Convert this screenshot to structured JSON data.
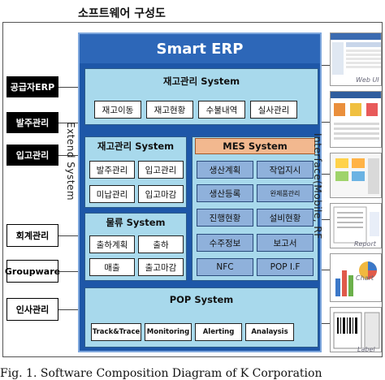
{
  "page_title": "소프트웨어 구성도",
  "caption": "Fig. 1. Software Composition Diagram of K Corporation",
  "left_items": [
    {
      "label": "공급자ERP",
      "style": "black"
    },
    {
      "label": "발주관리",
      "style": "black"
    },
    {
      "label": "입고관리",
      "style": "black"
    },
    {
      "label": "회계관리",
      "style": "white"
    },
    {
      "label": "Groupware",
      "style": "white"
    },
    {
      "label": "인사관리",
      "style": "white"
    }
  ],
  "extend_label": "Extend System",
  "interface_label": "Interface(Mobile, RF",
  "erp_title": "Smart ERP",
  "inventory_top": {
    "title": "재고관리 System",
    "items": [
      "재고이동",
      "재고현황",
      "수불내역",
      "실사관리"
    ]
  },
  "inventory_left": {
    "title": "재고관리 System",
    "items": [
      "발주관리",
      "입고관리",
      "미납관리",
      "입고마감"
    ]
  },
  "logistics": {
    "title": "물류 System",
    "items": [
      "출하계획",
      "출하",
      "매출",
      "출고마감"
    ]
  },
  "mes": {
    "title": "MES System",
    "items": [
      "생산계획",
      "작업지시",
      "생산등록",
      "완제품관리",
      "진행현황",
      "설비현황",
      "수주정보",
      "보고서",
      "NFC",
      "POP I.F"
    ]
  },
  "pop": {
    "title": "POP System",
    "items": [
      "Track&Trace",
      "Monitoring",
      "Alerting",
      "Analaysis"
    ]
  },
  "thumbnails": [
    {
      "label": "Web UI"
    },
    {
      "label": ""
    },
    {
      "label": ""
    },
    {
      "label": "Report"
    },
    {
      "label": "Chart"
    },
    {
      "label": "Label"
    }
  ]
}
